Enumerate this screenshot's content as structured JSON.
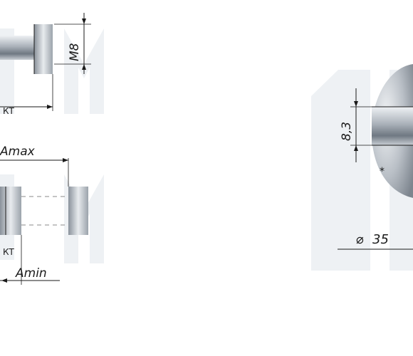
{
  "labels": {
    "m8": "M8",
    "amax": "Amax",
    "amin": "Amin",
    "h8_3": "8,3",
    "d35": "35",
    "diam": "⌀",
    "wm1": "КТ",
    "wm2": "КТ"
  },
  "colors": {
    "metal_dark": "#6f7882",
    "metal_mid": "#aab1b9",
    "metal_light": "#eef1f4",
    "line": "#1a1a1a",
    "watermark": "#e9edf1"
  }
}
